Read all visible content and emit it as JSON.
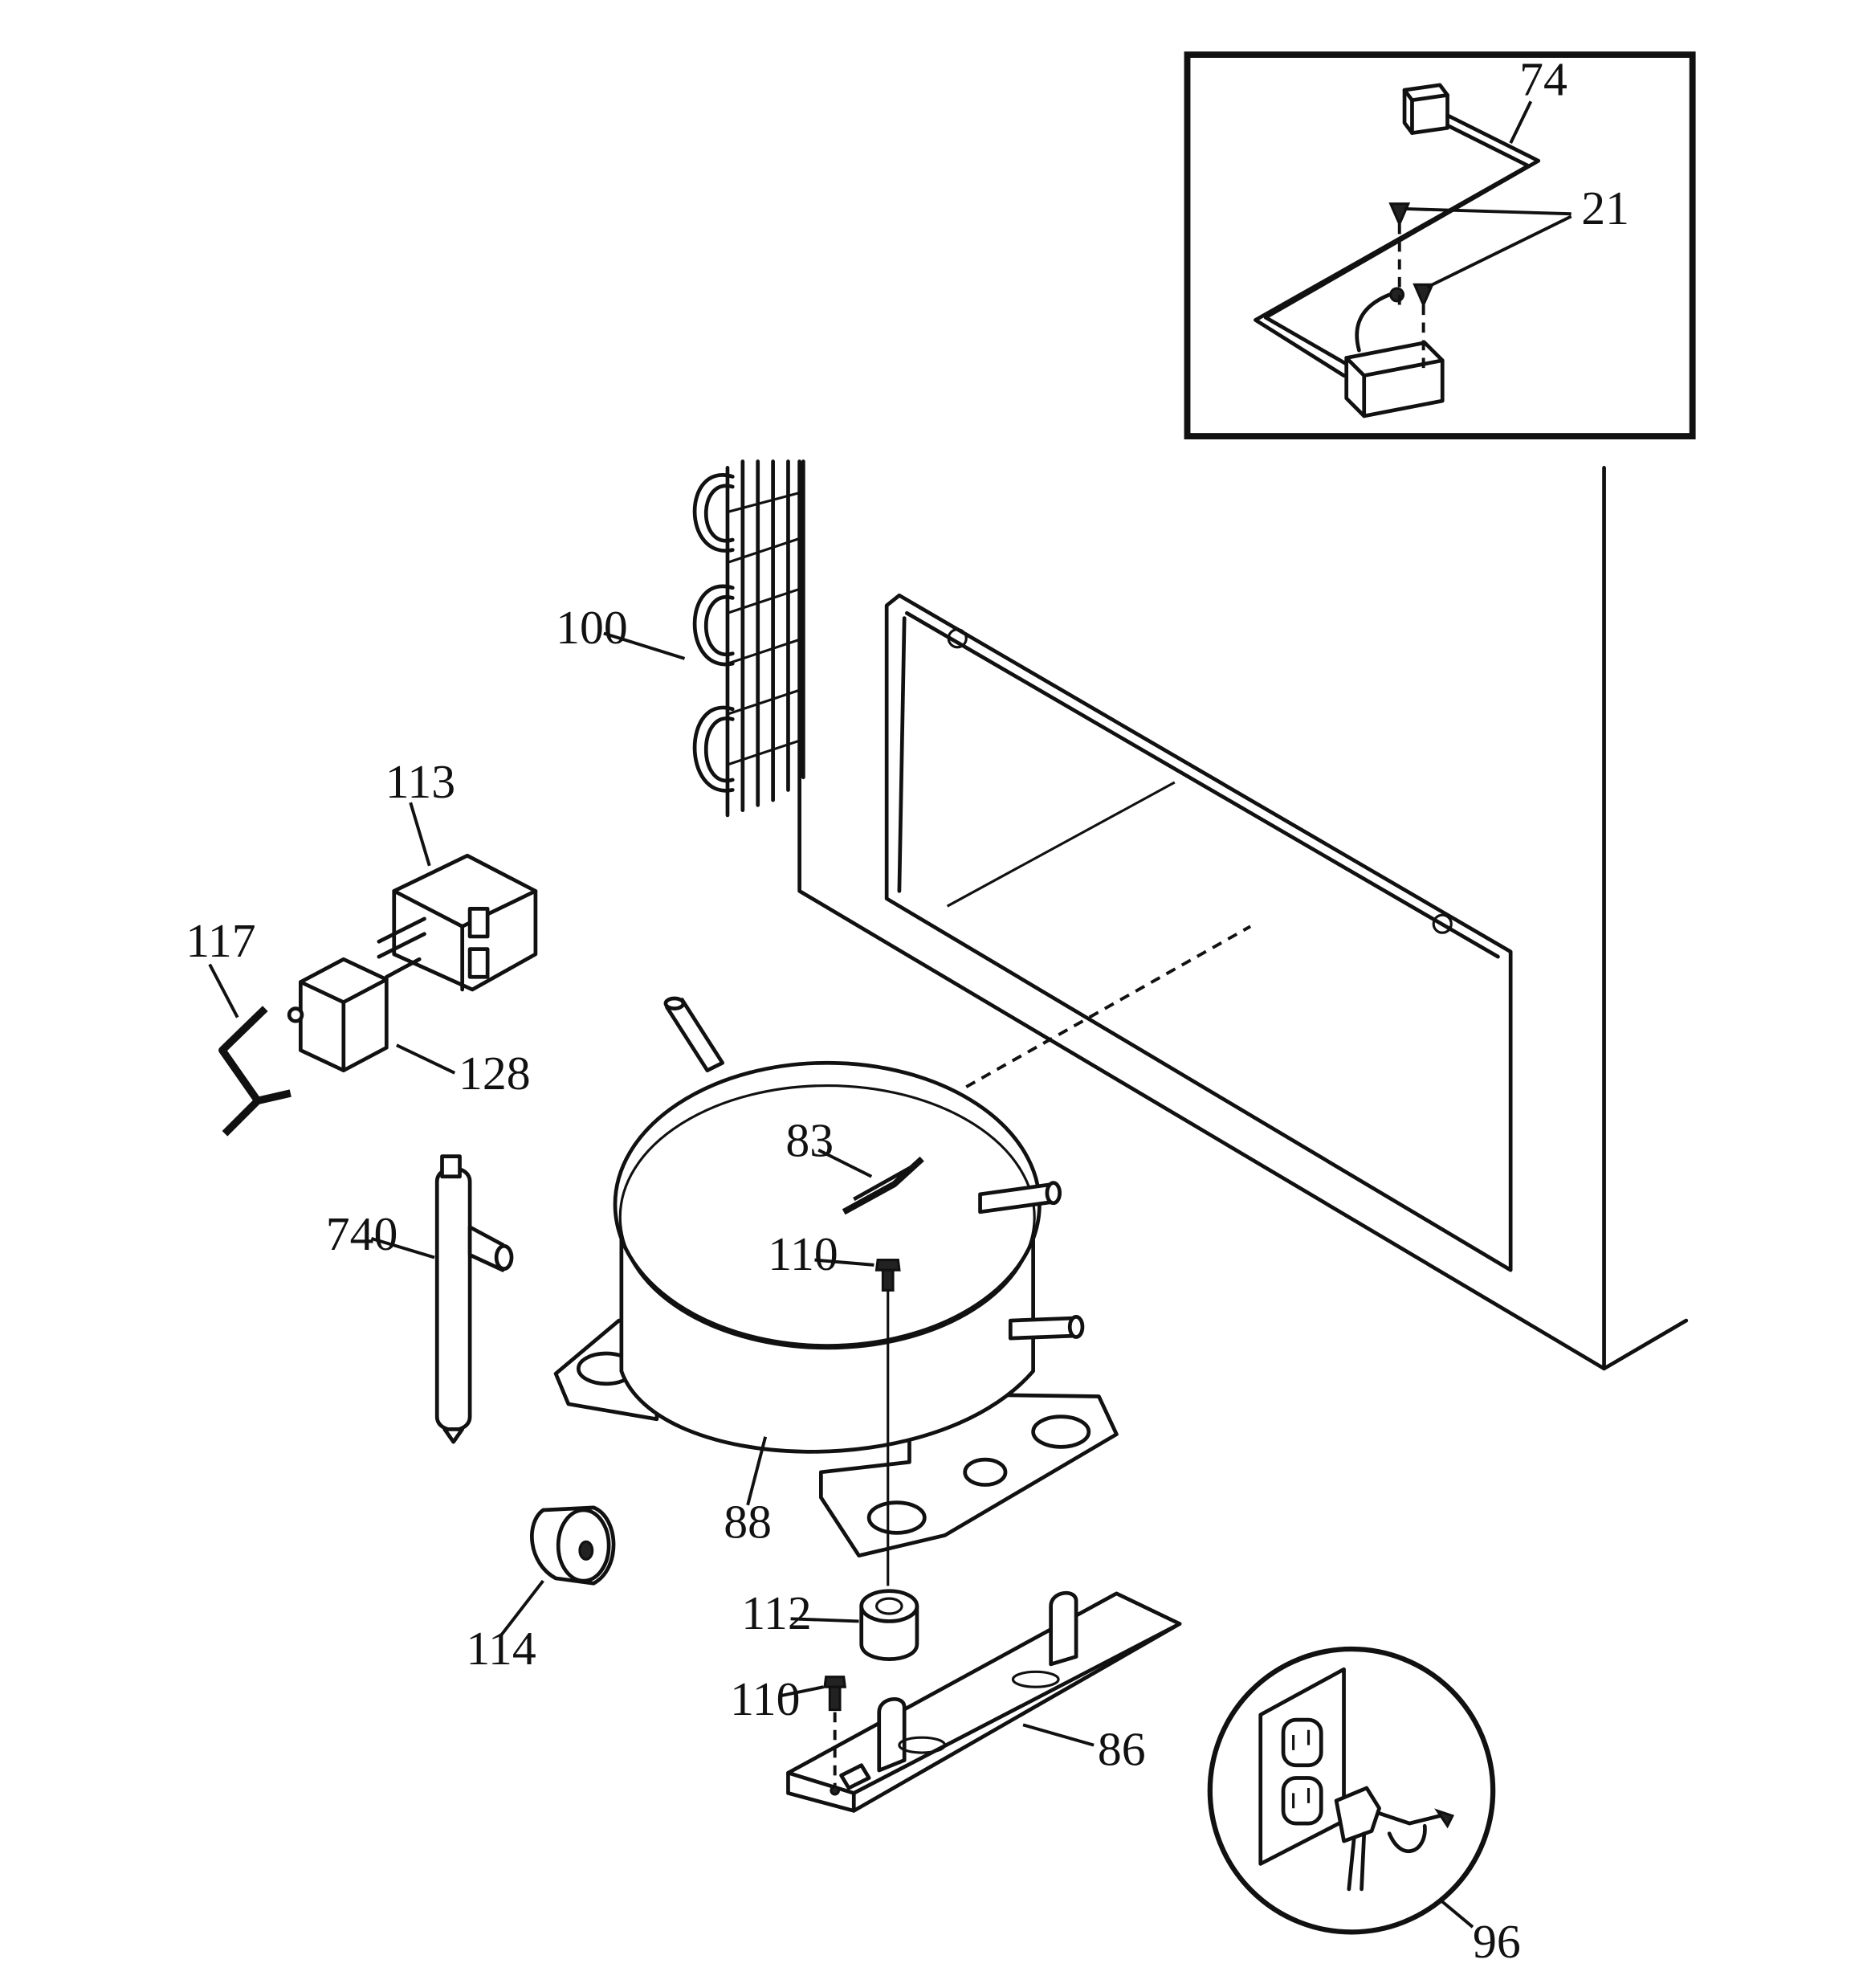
{
  "parts": {
    "74": "74",
    "21": "21",
    "100": "100",
    "113": "113",
    "117": "117",
    "128": "128",
    "83": "83",
    "110_top": "110",
    "740": "740",
    "88": "88",
    "114": "114",
    "112": "112",
    "110_bottom": "110",
    "86": "86",
    "96": "96"
  },
  "colors": {
    "ink": "#111111",
    "paper": "#ffffff"
  }
}
